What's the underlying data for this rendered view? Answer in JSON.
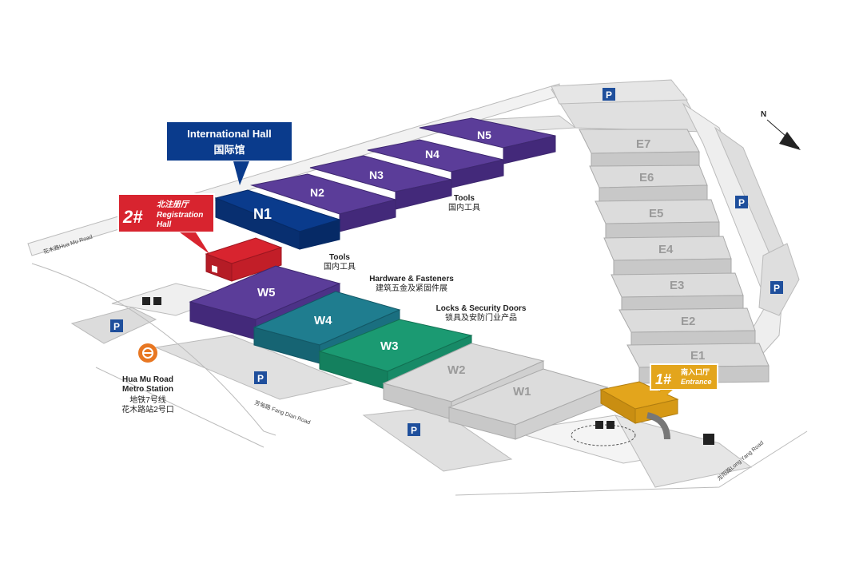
{
  "halls": {
    "n1": "N1",
    "n2": "N2",
    "n3": "N3",
    "n4": "N4",
    "n5": "N5",
    "w1": "W1",
    "w2": "W2",
    "w3": "W3",
    "w4": "W4",
    "w5": "W5",
    "e1": "E1",
    "e2": "E2",
    "e3": "E3",
    "e4": "E4",
    "e5": "E5",
    "e6": "E6",
    "e7": "E7"
  },
  "international_hall": {
    "en": "International Hall",
    "cn": "国际馆"
  },
  "registration": {
    "num": "2#",
    "cn": "北注册厅",
    "en1": "Registration",
    "en2": "Hall"
  },
  "entrance": {
    "num": "1#",
    "cn": "南入口厅",
    "en": "Entrance"
  },
  "zones": {
    "tools_n": {
      "en": "Tools",
      "cn": "国内工具"
    },
    "tools_w": {
      "en": "Tools",
      "cn": "国内工具"
    },
    "hardware": {
      "en": "Hardware & Fasteners",
      "cn": "建筑五金及紧固件展"
    },
    "locks": {
      "en": "Locks & Security Doors",
      "cn": "锁具及安防门业产品"
    }
  },
  "metro": {
    "l1": "Hua Mu Road",
    "l2": "Metro Station",
    "l3": "地铁7号线",
    "l4": "花木路站2号口"
  },
  "roads": {
    "huamu": "花木路Hua Mu Road",
    "fangdian": "芳甸路 Fang Dian Road",
    "longyang": "龙阳路Long Yang Road"
  },
  "parking": "P",
  "compass": "N",
  "colors": {
    "purple": "#5b3d99",
    "navy": "#0a3b8c",
    "teal": "#1f7d8f",
    "green": "#1b9a72",
    "gray_hall": "#d6d6d6",
    "red": "#d8242f",
    "gold": "#e3a51c",
    "parking": "#1f4f9c",
    "metro": "#e87722"
  }
}
